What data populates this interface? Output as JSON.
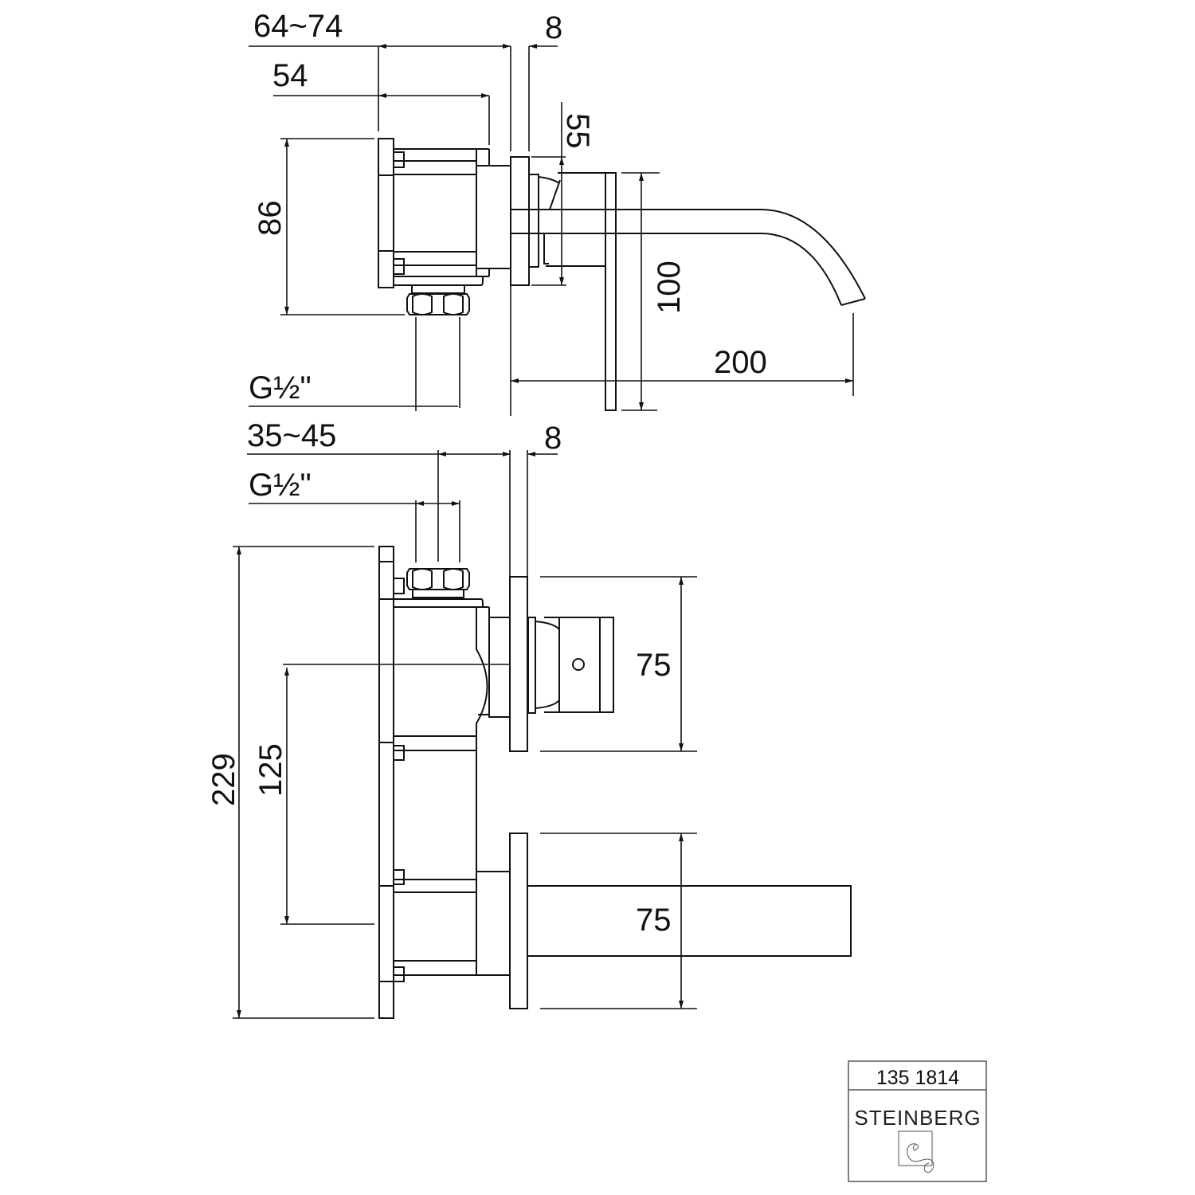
{
  "top_view": {
    "dim_depth_range": "64~74",
    "dim_plate": "8",
    "dim_body": "54",
    "dim_height": "86",
    "dim_rosette": "55",
    "dim_spout_height": "100",
    "dim_spout_reach": "200",
    "dim_thread": "G½\""
  },
  "front_view": {
    "dim_depth_range": "35~45",
    "dim_plate": "8",
    "dim_thread": "G½\"",
    "dim_total_height": "229",
    "dim_center_distance": "125",
    "dim_handle_plate": "75",
    "dim_spout_plate": "75"
  },
  "title_block": {
    "article_number": "135 1814",
    "brand": "STEINBERG"
  }
}
